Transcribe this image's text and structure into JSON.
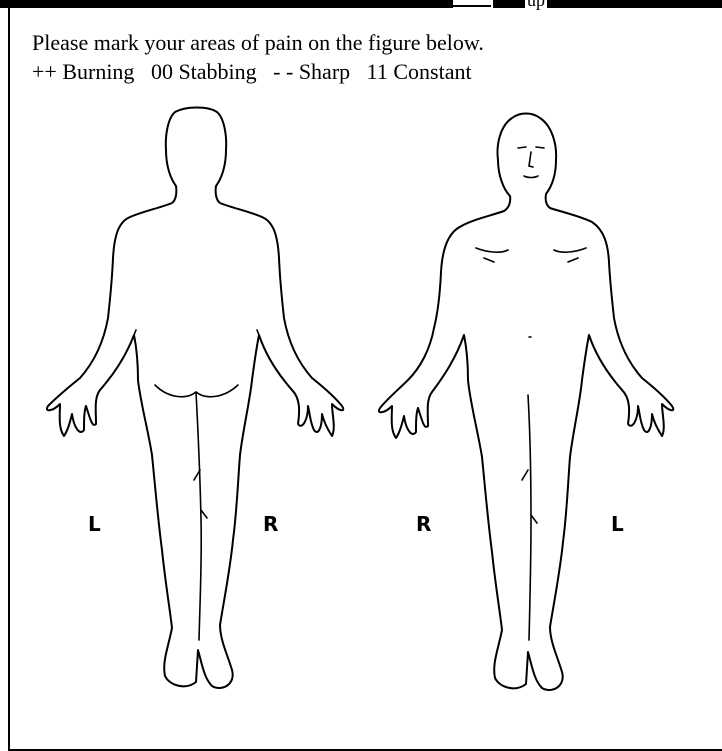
{
  "header_fragment": "up",
  "instruction": "Please mark your areas of pain on the figure below.",
  "legend": [
    {
      "label": "++ Burning"
    },
    {
      "label": "00 Stabbing"
    },
    {
      "label": "- - Sharp"
    },
    {
      "label": "11 Constant"
    }
  ],
  "figures": {
    "back": {
      "left_label": "L",
      "right_label": "R"
    },
    "front": {
      "left_label": "R",
      "right_label": "L"
    }
  }
}
